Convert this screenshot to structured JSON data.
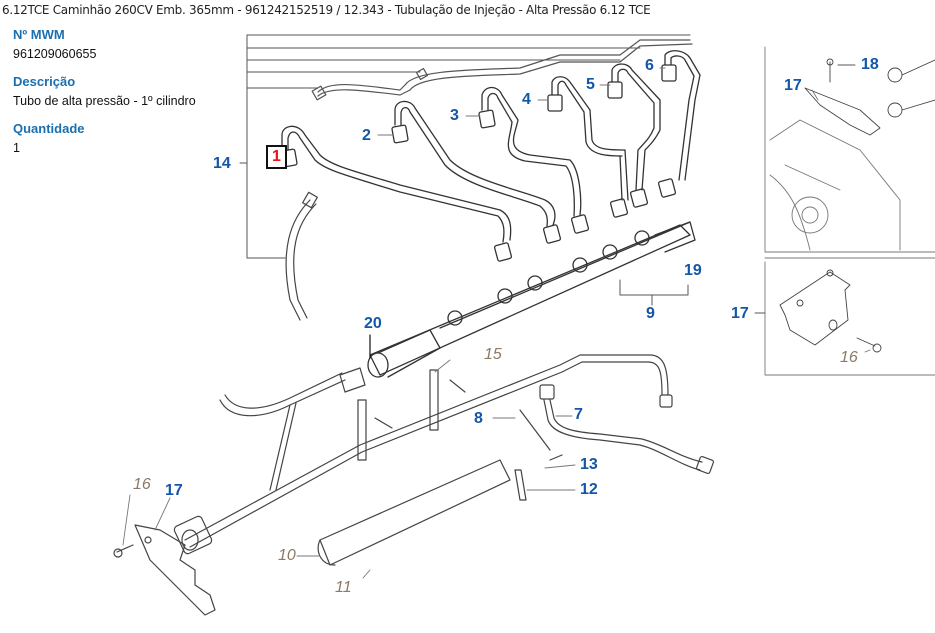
{
  "header": {
    "title": "6.12TCE Caminhão 260CV Emb. 365mm - 961242152519  /  12.343 - Tubulação de Injeção - Alta Pressão 6.12 TCE"
  },
  "part_info": {
    "mwm_label": "Nº MWM",
    "mwm_value": "961209060655",
    "desc_label": "Descrição",
    "desc_value": "Tubo de alta pressão - 1º cilindro",
    "qty_label": "Quantidade",
    "qty_value": "1"
  },
  "callouts": {
    "c1": "1",
    "c2": "2",
    "c3": "3",
    "c4": "4",
    "c5": "5",
    "c6": "6",
    "c7": "7",
    "c8": "8",
    "c9": "9",
    "c10": "10",
    "c11": "11",
    "c12": "12",
    "c13": "13",
    "c14": "14",
    "c15": "15",
    "c16a": "16",
    "c16b": "16",
    "c17a": "17",
    "c17b": "17",
    "c17c": "17",
    "c18": "18",
    "c19": "19",
    "c20": "20"
  },
  "colors": {
    "label_blue": "#1456a8",
    "selected_red": "#e8141e",
    "italic_brown": "#8a7a66",
    "heading_blue": "#1a6fb0"
  }
}
